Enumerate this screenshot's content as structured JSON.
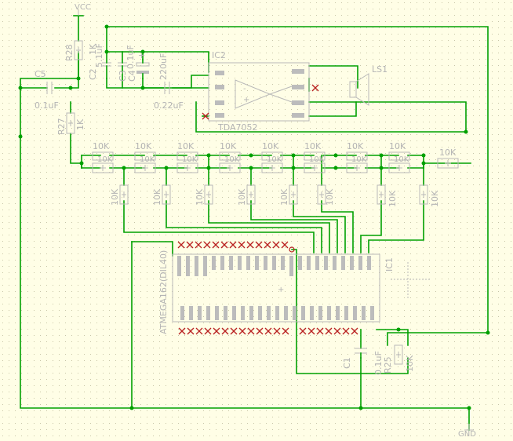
{
  "labels": {
    "vcc": "VCC",
    "gnd": "GND",
    "r28_name": "R28",
    "r28_val": "1K",
    "c2_name": "C2",
    "c2_val": "5.1uF",
    "c3_name": "C3",
    "c3_val": "0.1uF",
    "c4_name": "C4",
    "c4_val": "220uF",
    "c5_name": "C5",
    "c5_val": "0.1uF",
    "c6_val": "0.22uF",
    "r27_name": "R27",
    "r27_val": "1K",
    "ic2_name": "IC2",
    "ic2_val": "TDA7052",
    "ls1_name": "LS1",
    "ladder_values": [
      "10K",
      "10K",
      "10K",
      "10K",
      "10K",
      "10K",
      "10K",
      "10K"
    ],
    "ladder_upper": [
      "10K",
      "10K",
      "10K",
      "10K",
      "10K",
      "10K",
      "10K",
      "10K"
    ],
    "r_end": "10K",
    "vertical_values": [
      "10K",
      "10K",
      "10K",
      "10K",
      "10K",
      "10K",
      "10K",
      "10K"
    ],
    "ic1_name": "IC1",
    "ic1_val": "ATMEGA162(DIL40)",
    "c1_name": "C1",
    "c1_val": "0.1uF",
    "r25_name": "R25",
    "r25_val": "10K"
  },
  "colors": {
    "background": "#fffee6",
    "wire": "#00a000",
    "part_outline": "#b8b8b8",
    "no_connect": "#b82020"
  }
}
